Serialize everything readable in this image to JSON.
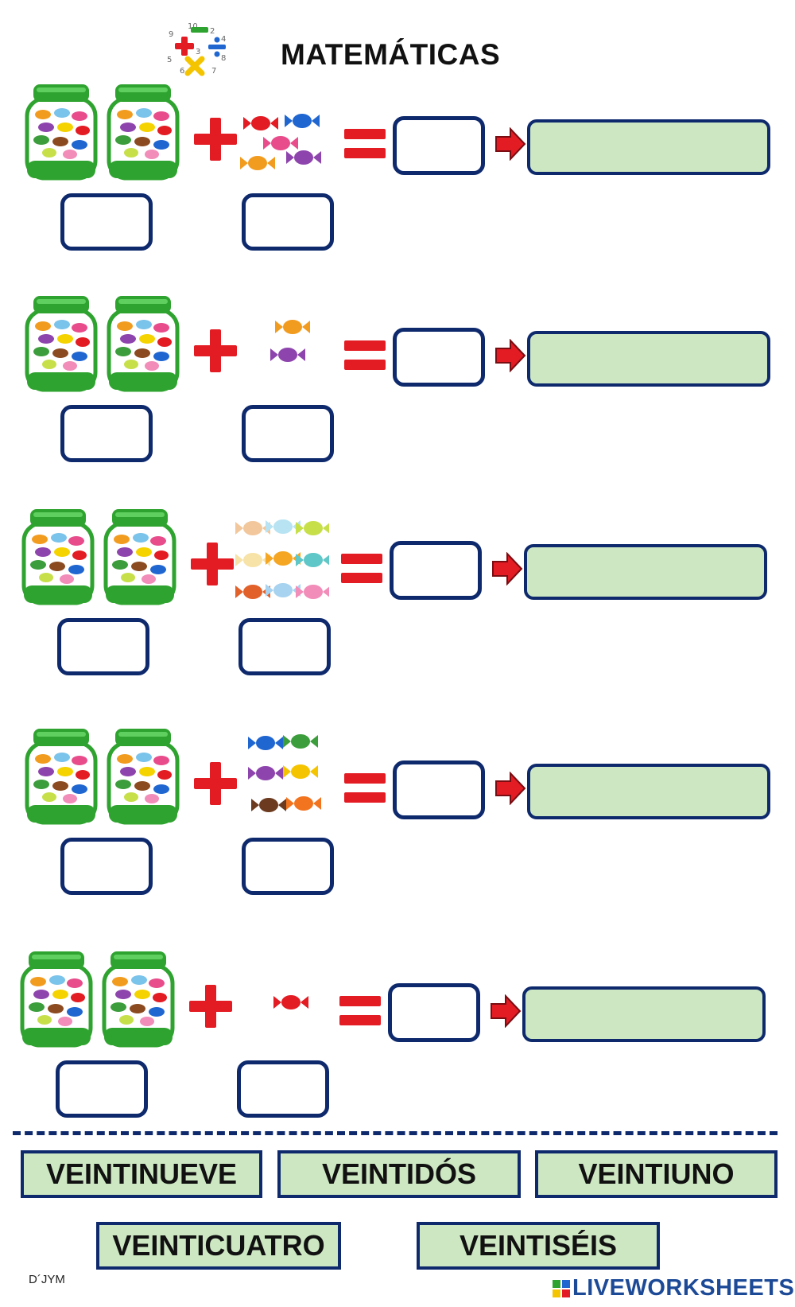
{
  "header": {
    "title": "MATEMÁTICAS"
  },
  "problems": [
    {
      "id": 1,
      "candy_count": 5
    },
    {
      "id": 2,
      "candy_count": 2
    },
    {
      "id": 3,
      "candy_count": 9
    },
    {
      "id": 4,
      "candy_count": 6
    },
    {
      "id": 5,
      "candy_count": 1
    }
  ],
  "word_bank": [
    "VEINTINUEVE",
    "VEINTIDÓS",
    "VEINTIUNO",
    "VEINTICUATRO",
    "VEINTISÉIS"
  ],
  "footer": {
    "author": "D´JYM",
    "brand": "LIVEWORKSHEETS"
  },
  "colors": {
    "navy": "#0e2a6d",
    "field_green": "#cde7c2",
    "operator_red": "#e31b23",
    "jar_green": "#2fa32f"
  }
}
